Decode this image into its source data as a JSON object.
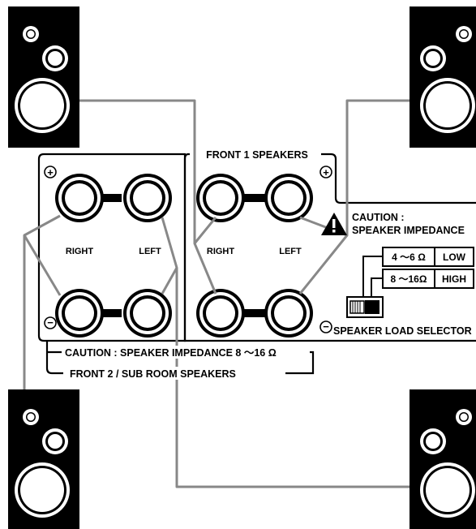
{
  "front1": {
    "title": "FRONT 1 SPEAKERS",
    "right_label": "RIGHT",
    "left_label": "LEFT"
  },
  "front2": {
    "title": "FRONT 2 / SUB ROOM SPEAKERS",
    "right_label": "RIGHT",
    "left_label": "LEFT",
    "caution": "CAUTION : SPEAKER IMPEDANCE  8 ～16 Ω"
  },
  "caution_panel": {
    "line1": "CAUTION :",
    "line2": "SPEAKER IMPEDANCE"
  },
  "selector": {
    "option_low_range": "4 ～6 Ω",
    "option_low_label": "LOW",
    "option_high_range": "8 ～16Ω",
    "option_high_label": "HIGH",
    "label": "SPEAKER LOAD SELECTOR"
  },
  "polarity": {
    "plus": "+",
    "minus": "−"
  },
  "colors": {
    "wire": "#888888",
    "ink": "#000000",
    "cabinet": "#000000"
  }
}
